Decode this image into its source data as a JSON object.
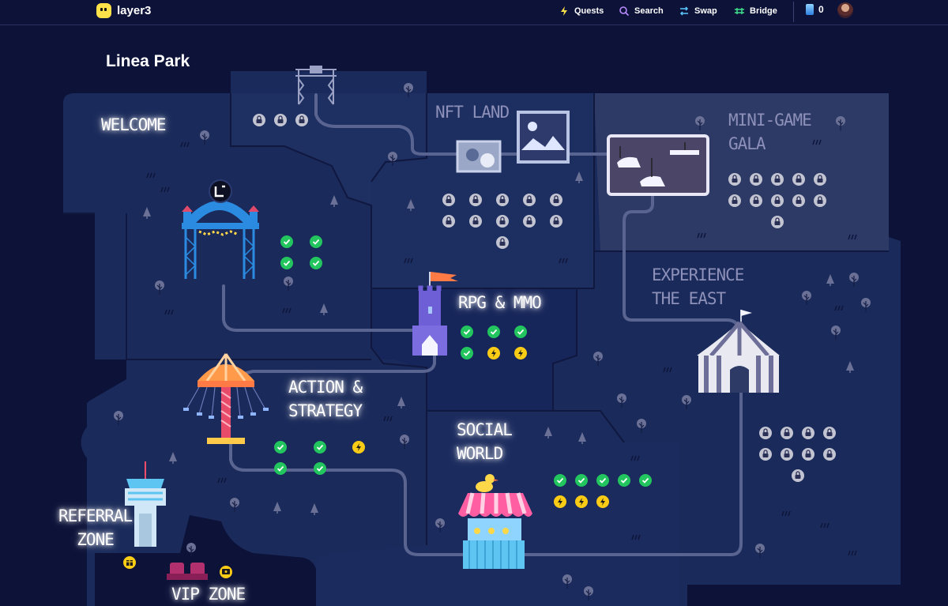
{
  "app": {
    "brand": "layer3"
  },
  "nav": {
    "items": [
      {
        "label": "Quests",
        "icon": "lightning-icon"
      },
      {
        "label": "Search",
        "icon": "search-icon"
      },
      {
        "label": "Swap",
        "icon": "swap-icon"
      },
      {
        "label": "Bridge",
        "icon": "bridge-icon"
      }
    ],
    "gem_count": "0"
  },
  "page": {
    "title": "Linea Park"
  },
  "zones": {
    "welcome": "WELCOME",
    "nft_land": "NFT LAND",
    "mini_game_gala": "MINI-GAME\nGALA",
    "rpg_mmo": "RPG & MMO",
    "experience_east": "EXPERIENCE\nTHE EAST",
    "action_strategy": "ACTION &\nSTRATEGY",
    "social_world": "SOCIAL\nWORLD",
    "referral_zone": "REFERRAL\nZONE",
    "vip_zone": "VIP ZONE"
  },
  "colors": {
    "background": "#0c1238",
    "land": "#1a2a5a",
    "land_alt": "#2d3a66",
    "path": "#5a6490",
    "check_badge": "#22c55e",
    "bolt_badge": "#facc15",
    "lock_badge": "#c2c4d1"
  },
  "quest_status": {
    "welcome": [
      "completed",
      "completed",
      "completed",
      "completed"
    ],
    "rpg_mmo": [
      "completed",
      "completed",
      "completed",
      "completed",
      "available",
      "available"
    ],
    "action_strategy": [
      "completed",
      "completed",
      "available",
      "completed",
      "completed"
    ],
    "social_world": [
      "completed",
      "completed",
      "completed",
      "completed",
      "completed",
      "available",
      "available",
      "available"
    ],
    "nft_land": [
      "locked",
      "locked",
      "locked",
      "locked",
      "locked",
      "locked",
      "locked",
      "locked",
      "locked",
      "locked",
      "locked"
    ],
    "mini_game_gala": [
      "locked",
      "locked",
      "locked",
      "locked",
      "locked",
      "locked",
      "locked",
      "locked",
      "locked",
      "locked",
      "locked"
    ],
    "experience_east": [
      "locked",
      "locked",
      "locked",
      "locked",
      "locked",
      "locked",
      "locked",
      "locked",
      "locked"
    ],
    "top_entry": [
      "locked",
      "locked",
      "locked"
    ],
    "referral_zone": [
      "gift"
    ],
    "vip_zone": [
      "ticket"
    ]
  }
}
